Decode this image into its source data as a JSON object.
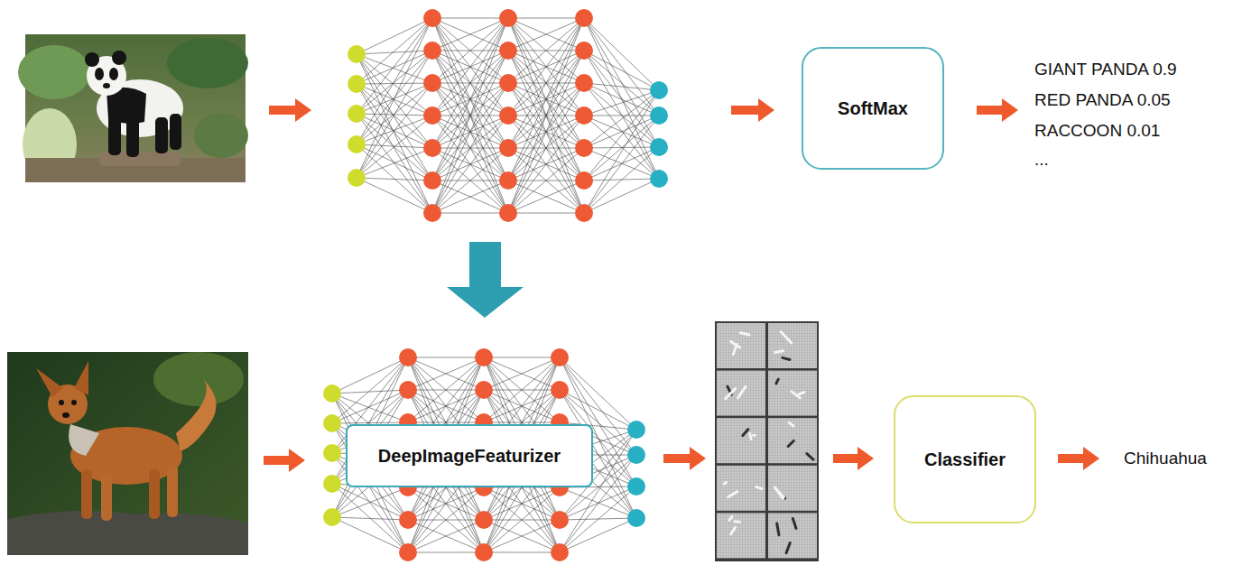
{
  "diagram": {
    "nodes": [
      {
        "text": [
          "SoftMax"
        ]
      },
      {
        "text": [
          "DeepImageFeaturizer"
        ]
      },
      {
        "text": [
          "Classifier"
        ]
      }
    ],
    "labels": [
      "GIANT PANDA 0.9",
      "RED PANDA 0.05",
      "RACCOON 0.01",
      "...",
      "Chihuahua"
    ]
  }
}
